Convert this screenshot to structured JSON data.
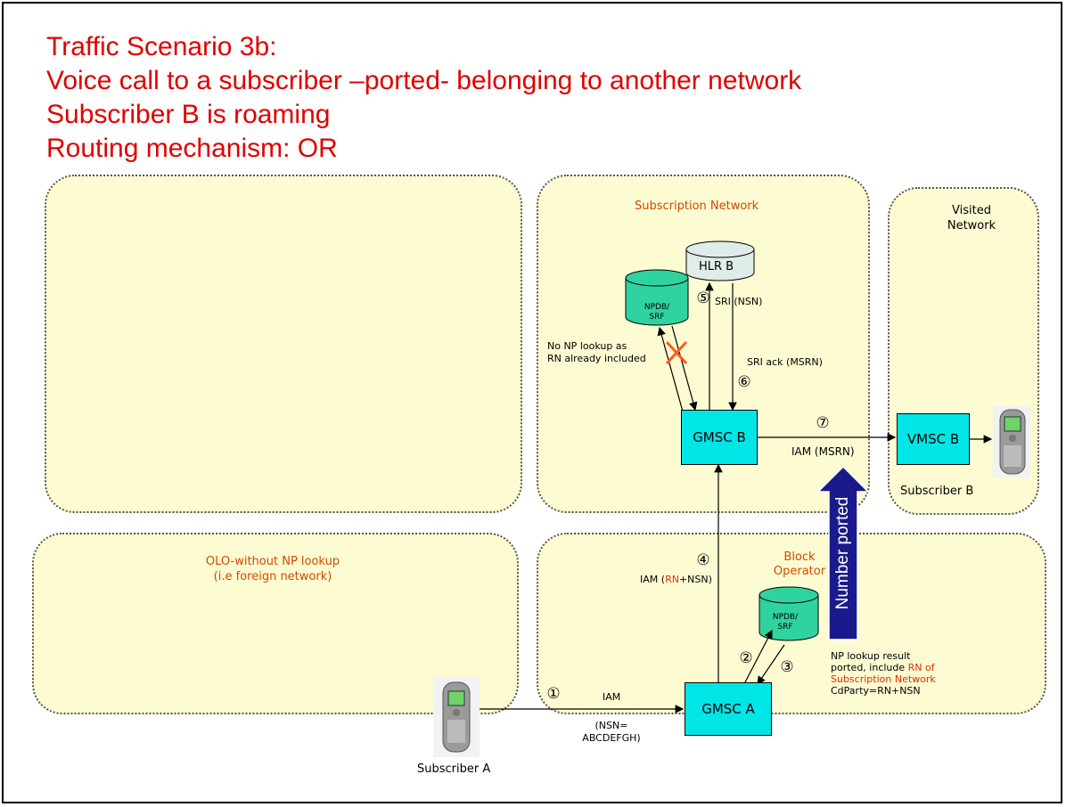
{
  "title": {
    "line1": "Traffic Scenario 3b:",
    "line2": "Voice call to a subscriber –ported- belonging to another network",
    "line3": "Subscriber B is roaming",
    "line4": "Routing mechanism: OR"
  },
  "regions": {
    "subscription_network": "Subscription Network",
    "visited_network_line1": "Visited",
    "visited_network_line2": "Network",
    "olo_line1": "OLO-without NP lookup",
    "olo_line2": "(i.e foreign network)",
    "block_operator_line1": "Block",
    "block_operator_line2": "Operator"
  },
  "nodes": {
    "hlr_b": "HLR B",
    "npdb_top_line1": "NPDB/",
    "npdb_top_line2": "SRF",
    "gmsc_b": "GMSC B",
    "vmsc_b": "VMSC B",
    "gmsc_a": "GMSC A",
    "npdb_bottom_line1": "NPDB/",
    "npdb_bottom_line2": "SRF",
    "subscriber_a": "Subscriber A",
    "subscriber_b": "Subscriber B"
  },
  "steps": {
    "s1": "①",
    "s2": "②",
    "s3": "③",
    "s4": "④",
    "s5": "⑤",
    "s6": "⑥",
    "s7": "⑦"
  },
  "messages": {
    "iam": "IAM",
    "nsn_line1": "(NSN=",
    "nsn_line2": "ABCDEFGH)",
    "iam4_prefix": "IAM (",
    "iam4_rn": "RN",
    "iam4_suffix": "+NSN)",
    "sri": "SRI (NSN)",
    "sri_ack": "SRI ack (MSRN)",
    "iam_msrn": "IAM (MSRN)",
    "no_np_line1": "No NP lookup as",
    "no_np_line2": "RN already included",
    "np_result_line1": "NP lookup result",
    "np_result_line2": "ported, include ",
    "np_result_rn_of": "RN of",
    "np_result_line3": "Subscription Network",
    "np_result_line4": "CdParty=RN+NSN",
    "number_ported": "Number ported"
  },
  "colors": {
    "title": "#e00000",
    "region_fill": "#fdfbd2",
    "msc_fill": "#00e6e6",
    "npdb_fill": "#2fd3a0",
    "hlr_fill": "#dfece8",
    "ported_arrow": "#1a1a8c",
    "cross": "#ff5a1f"
  }
}
